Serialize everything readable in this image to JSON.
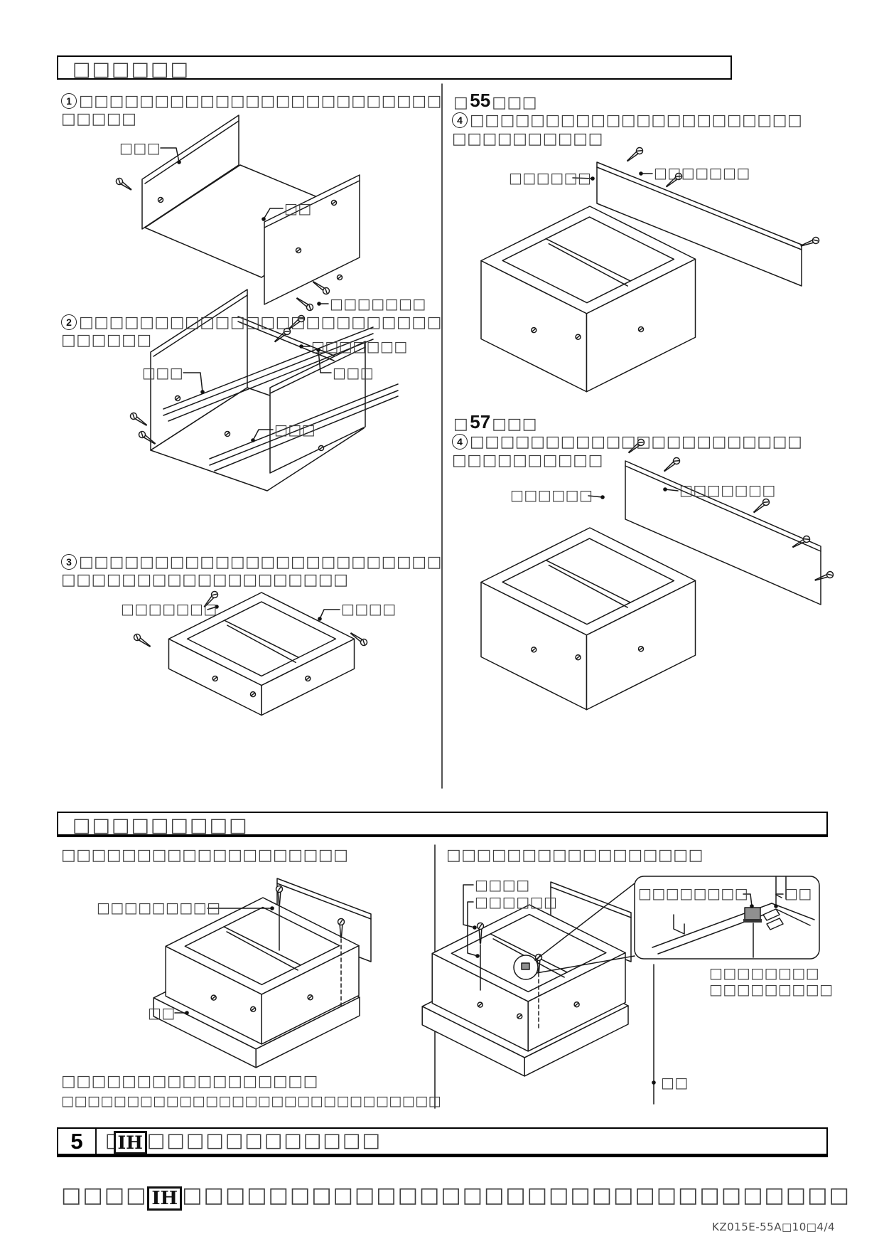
{
  "page": {
    "doc_id": "KZ015E-55A□10□4/4"
  },
  "section_top": {
    "header_title": "□□□□□□",
    "left": {
      "step1": {
        "num": "1",
        "line1": "□□□□□□□□□□□□□□□□□□□□□□□□",
        "line2": "□□□□□",
        "labels": {
          "side_panel": "□□□",
          "bottom_panel": "□□",
          "screw": "□□□□□□□"
        }
      },
      "step2": {
        "num": "2",
        "line1": "□□□□□□□□□□□□□□□□□□□□□□□□",
        "line2": "□□□□□□",
        "labels": {
          "screw": "□□□□□□□",
          "rail_left": "□□□",
          "rail_right": "□□□",
          "rail_mid": "□□□"
        }
      },
      "step3": {
        "num": "3",
        "line1": "□□□□□□□□□□□□□□□□□□□□□□□□",
        "line2": "□□□□□□□□□□□□□□□□□□□",
        "labels": {
          "screw": "□□□□□□□",
          "top_frame": "□□□□"
        }
      }
    },
    "right": {
      "model55": {
        "heading_prefix": "□",
        "model": "55",
        "heading_suffix": "□□□",
        "step4": {
          "num": "4",
          "line1": "□□□□□□□□□□□□□□□□□□□□□□",
          "line2": "□□□□□□□□□□"
        },
        "labels": {
          "back_guard": "□□□□□□",
          "screw": "□□□□□□□"
        }
      },
      "model57": {
        "heading_prefix": "□",
        "model": "57",
        "heading_suffix": "□□□",
        "step4": {
          "num": "4",
          "line1": "□□□□□□□□□□□□□□□□□□□□□□",
          "line2": "□□□□□□□□□□"
        },
        "labels": {
          "back_guard": "□□□□□□",
          "screw": "□□□□□□□"
        }
      }
    }
  },
  "section_bottom": {
    "header_title": "□□□□□□□□□",
    "left": {
      "intro": "□□□□□□□□□□□□□□□□□□□",
      "labels": {
        "screw": "□□□□□□□□□",
        "base": "□□"
      },
      "note1": "□□□□□□□□□□□□□□□□□",
      "note2": "□□□□□□□□□□□□□□□□□□□□□□□□□□□□□"
    },
    "right": {
      "intro": "□□□□□□□□□□□□□□□□□",
      "labels": {
        "part_line1": "□□□□",
        "part_line2": "□□□□□□",
        "base": "□□"
      },
      "inset": {
        "label_left": "□□□□□□□□",
        "label_right": "□□",
        "caption1": "□□□□□□□□",
        "caption2": "□□□□□□□□□"
      }
    }
  },
  "section5": {
    "num": "5",
    "title_prefix": "□",
    "ih": "IH",
    "title_boxes": "□□□□□□□□□□□□"
  },
  "footer": {
    "pre": "□□□□",
    "ih": "IH",
    "post": "□□□□□□□□□□□□□□□□□□□□□□□□□□□□□□□"
  }
}
